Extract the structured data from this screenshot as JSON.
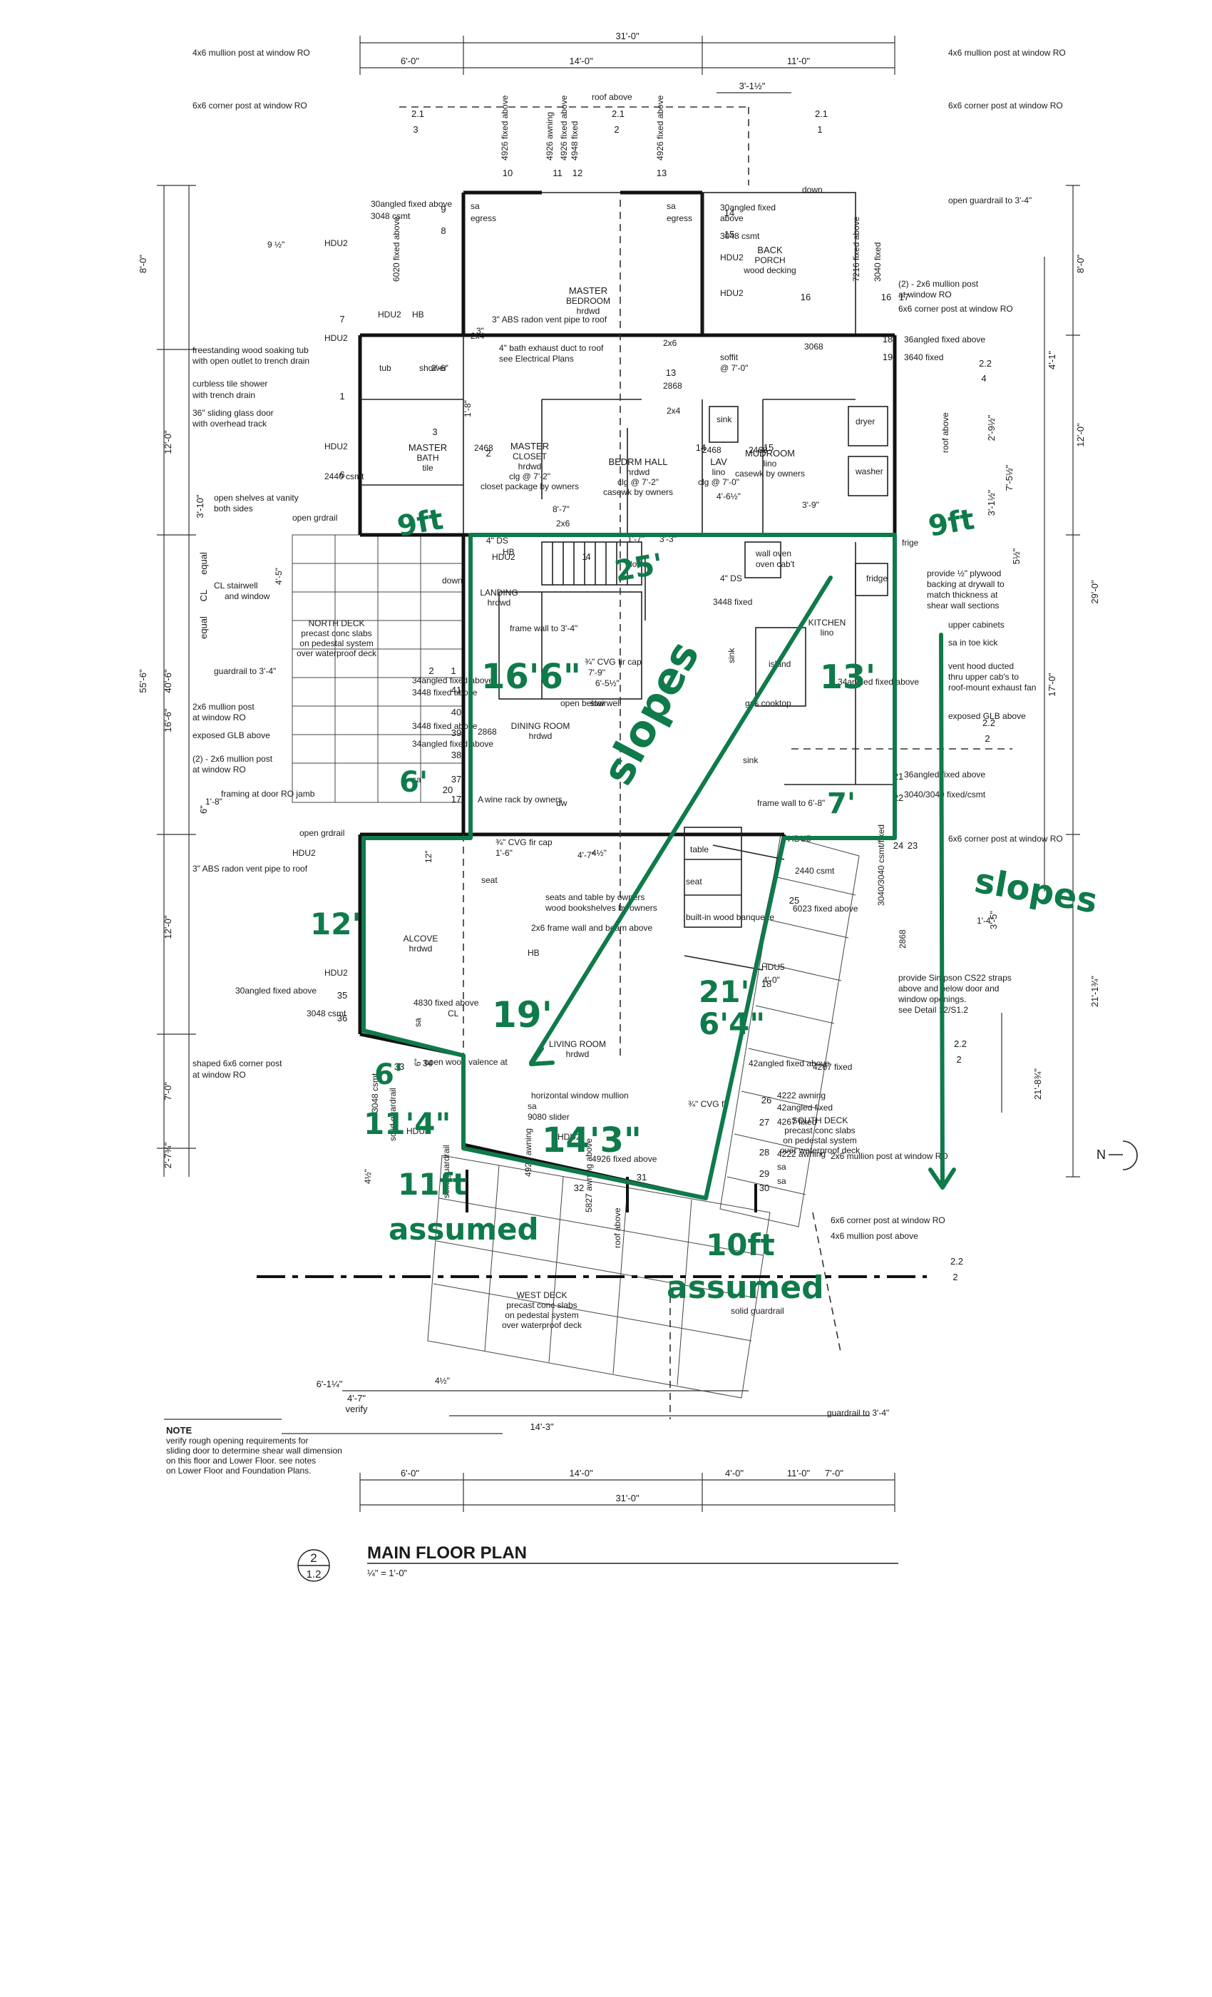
{
  "sheet": {
    "title": "MAIN FLOOR PLAN",
    "scale": "¼\" = 1'-0\"",
    "view_number": "2",
    "sheet_ref": "1.2"
  },
  "rooms": {
    "master_bedroom": [
      "MASTER",
      "BEDROOM",
      "hrdwd"
    ],
    "master_bath": [
      "MASTER",
      "BATH",
      "tile"
    ],
    "master_closet": [
      "MASTER",
      "CLOSET",
      "hrdwd",
      "clg @ 7'-2\"",
      "closet package by owners"
    ],
    "bedrm_hall": [
      "BEDRM HALL",
      "hrdwd",
      "clg @ 7'-2\"",
      "casewk by owners"
    ],
    "lav": [
      "LAV",
      "lino",
      "clg @ 7'-0\""
    ],
    "mudroom": [
      "MUDROOM",
      "lino",
      "casewk by owners"
    ],
    "back_porch": [
      "BACK",
      "PORCH",
      "wood decking"
    ],
    "landing": [
      "LANDING",
      "hrdwd"
    ],
    "kitchen": [
      "KITCHEN",
      "lino"
    ],
    "dining": [
      "DINING ROOM",
      "hrdwd"
    ],
    "alcove": [
      "ALCOVE",
      "hrdwd"
    ],
    "living": [
      "LIVING ROOM",
      "hrdwd"
    ],
    "north_deck": [
      "NORTH DECK",
      "precast conc slabs",
      "on pedestal system",
      "over waterproof deck"
    ],
    "south_deck": [
      "SOUTH DECK",
      "precast conc slabs",
      "on pedestal system",
      "over waterproof deck"
    ],
    "west_deck": [
      "WEST DECK",
      "precast conc slabs",
      "on pedestal system",
      "over waterproof deck"
    ]
  },
  "dims_top": [
    "31'-0\"",
    "6'-0\"",
    "14'-0\"",
    "11'-0\"",
    "3'-1½\""
  ],
  "dims_bottom": [
    "6'-1¼\"",
    "4'-7\"",
    "verify",
    "14'-3\"",
    "4'-0\"",
    "7'-0\"",
    "6'-0\"",
    "14'-0\"",
    "11'-0\"",
    "31'-0\""
  ],
  "dims_left": [
    "8'-0\"",
    "12'-0\"",
    "3'-10\"",
    "equal",
    "CL",
    "equal",
    "55'-6\"",
    "40'-6\"",
    "16'-6\"",
    "12'-0\"",
    "7'-0\"",
    "2'-7¾\"",
    "6\""
  ],
  "dims_right": [
    "8'-0\"",
    "4'-1\"",
    "12'-0\"",
    "2'-9½\"",
    "7'-5½\"",
    "3'-1½\"",
    "5½\"",
    "29'-0\"",
    "17'-0\"",
    "3'-5\"",
    "21'-1¾\"",
    "21'-8¾\""
  ],
  "notes_left": [
    "4x6 mullion post at window RO",
    "6x6 corner post at window RO",
    "30angled fixed above",
    "3048 csmt",
    "9 ½\"",
    "HDU2",
    "6020 fixed above",
    "HDU2",
    "freestanding wood soaking tub",
    "with open outlet to trench drain",
    "curbless tile shower",
    "with trench drain",
    "36\" sliding glass door",
    "with overhead track",
    "HDU2",
    "2440 csmt",
    "open shelves at vanity",
    "both sides",
    "open grdrail",
    "CL stairwell",
    "and window",
    "guardrail to 3'-4\"",
    "2x6 mullion post",
    "at window RO",
    "exposed GLB above",
    "(2) - 2x6 mullion post",
    "at window RO",
    "framing at door RO jamb",
    "open grdrail",
    "HDU2",
    "3\" ABS radon vent pipe to roof",
    "HDU2",
    "30angled fixed above",
    "3048 csmt",
    "shaped 6x6 corner post",
    "at window RO"
  ],
  "notes_right": [
    "4x6 mullion post at window RO",
    "6x6 corner post at window RO",
    "open guardrail to 3'-4\"",
    "(2) - 2x6 mullion post",
    "at window RO",
    "6x6 corner post at window RO",
    "36angled fixed above",
    "3640 fixed",
    "roof above",
    "provide ½\" plywood",
    "backing at drywall to",
    "match thickness at",
    "shear wall sections",
    "upper cabinets",
    "sa in toe kick",
    "vent hood ducted",
    "thru upper cab's to",
    "roof-mount exhaust fan",
    "exposed GLB above",
    "36angled fixed above",
    "3040/3040 fixed/csmt",
    "6x6 corner post at window RO",
    "provide Simpson CS22 straps",
    "above and below door and",
    "window openings.",
    "see Detail 12/S1.2",
    "2x6 mullion post at window RO",
    "6x6 corner post at window RO",
    "4x6 mullion post above",
    "guardrail to 3'-4\""
  ],
  "notes_center": [
    "roof above",
    "4926 fixed above",
    "4926 awning",
    "4926 fixed above",
    "4948 fixed",
    "4926 fixed above",
    "sa",
    "egress",
    "sa",
    "egress",
    "3\" ABS radon vent pipe to roof",
    "4\" bath exhaust duct to roof",
    "see Electrical Plans",
    "2x6",
    "2x4",
    "2'-6\"",
    "3\"",
    "2x4",
    "1'-8\"",
    "tub",
    "shower",
    "HB",
    "HDU2",
    "2468",
    "2868",
    "soffit",
    "@ 7'-0\"",
    "3068",
    "30angled fixed",
    "above",
    "3048 csmt",
    "HDU2",
    "HDU2",
    "7216 fixed above",
    "3040 fixed",
    "down",
    "dryer",
    "washer",
    "sink",
    "2468",
    "2468",
    "4'-6½\"",
    "3'-9\"",
    "8'-7\"",
    "1'-7\"",
    "3'-3\"",
    "2x6",
    "4\" DS",
    "HB",
    "HDU2",
    "down",
    "fridge",
    "wall oven",
    "oven cab't",
    "4\" DS",
    "frige",
    "3448 fixed",
    "down",
    "frame wall to 3'-4\"",
    "¾\" CVG fir cap",
    "7'-9\"",
    "6'-5½\"",
    "stairwell",
    "open below",
    "sink",
    "island",
    "gas cooktop",
    "34angled fixed above",
    "34angled fixed above",
    "3448 fixed above",
    "3448 fixed above",
    "34angled fixed above",
    "sa",
    "2868",
    "A",
    "wine rack by owners",
    "dw",
    "sink",
    "frame wall to 6'-8\"",
    "¾\" CVG fir cap",
    "1'-6\"",
    "4'-7\"",
    "4½\"",
    "12\"",
    "seat",
    "table",
    "seat",
    "built-in wood banquette",
    "seats and table by owners",
    "wood bookshelves by owners",
    "2x6 frame wall and beam above",
    "HB",
    "HDU5",
    "2440 csmt",
    "6023 fixed above",
    "3040/3040 csmt/fixed",
    "2868",
    "HDU5",
    "4'-0\"",
    "42angled fixed above",
    "4267 fixed",
    "4222 awning",
    "42angled fixed",
    "4267 fixed",
    "4222 awning",
    "sa",
    "sa",
    "HDU2",
    "¾\" CVG fir",
    "open wood valence at",
    "horizontal window mullion",
    "sa",
    "9080 slider",
    "HDU2",
    "4926 fixed above",
    "4926 awning",
    "5827 awning above",
    "roof above",
    "solid guardrail",
    "solid guardrail",
    "4'-5\"",
    "4½\"",
    "4830 fixed above",
    "3048 csmt",
    "solid guardrail",
    "4½\"",
    "sa",
    "CL",
    "1'-4\"",
    "6\"",
    "1'-8\""
  ],
  "tags": [
    "3",
    "2",
    "1",
    "4",
    "2",
    "2",
    "2",
    "2",
    "9",
    "8",
    "10",
    "11",
    "12",
    "13",
    "14",
    "15",
    "16",
    "17",
    "16",
    "18",
    "19",
    "7",
    "1",
    "3",
    "6",
    "2",
    "13",
    "14",
    "15",
    "4",
    "1",
    "1",
    "2",
    "41",
    "40",
    "39",
    "38",
    "37",
    "17",
    "20",
    "21",
    "22",
    "23",
    "24",
    "25",
    "26",
    "27",
    "28",
    "29",
    "30",
    "31",
    "32",
    "33",
    "34",
    "35",
    "36",
    "18",
    "2.1",
    "2.1",
    "2.1",
    "2.2",
    "2.2",
    "2.2",
    "2.2",
    "1.2"
  ],
  "grid_refs": [
    "N"
  ],
  "note": [
    "NOTE",
    "verify rough opening requirements for",
    "sliding door to determine shear wall dimension",
    "on this floor and Lower Floor.  see notes",
    "on Lower Floor and Foundation Plans."
  ],
  "handwritten": [
    "9ft",
    "9ft",
    "25'",
    "16'6\"",
    "slopes",
    "13'",
    "6'",
    "7'",
    "12'",
    "slopes",
    "19'",
    "21'",
    "6'4\"",
    "6'",
    "11'4\"",
    "14'3\"",
    "11ft",
    "assumed",
    "10ft",
    "assumed"
  ]
}
